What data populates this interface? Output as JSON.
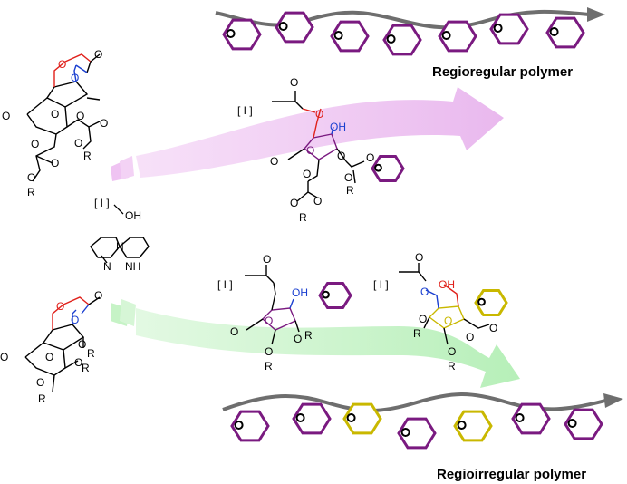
{
  "labels": {
    "regioregular": "Regioregular polymer",
    "regioirregular": "Regioirregular polymer"
  },
  "initiator": {
    "bracket": "[ I ]",
    "oh": "OH"
  },
  "atoms": {
    "O": "O",
    "R": "R",
    "OH": "OH",
    "N": "N",
    "NH": "NH",
    "I": "[ I ]"
  },
  "colors": {
    "purple": "#7a1a80",
    "yellow": "#c9b800",
    "red": "#e0201a",
    "blue": "#1a3fd0",
    "chain": "#6e6e6e",
    "arrow_top": "#efc3f2",
    "arrow_bottom": "#bff0c0"
  },
  "top_polymer_units": [
    "purple",
    "purple",
    "purple",
    "purple",
    "purple",
    "purple",
    "purple"
  ],
  "bottom_polymer_units": [
    "purple",
    "purple",
    "yellow",
    "purple",
    "yellow",
    "purple",
    "purple"
  ]
}
